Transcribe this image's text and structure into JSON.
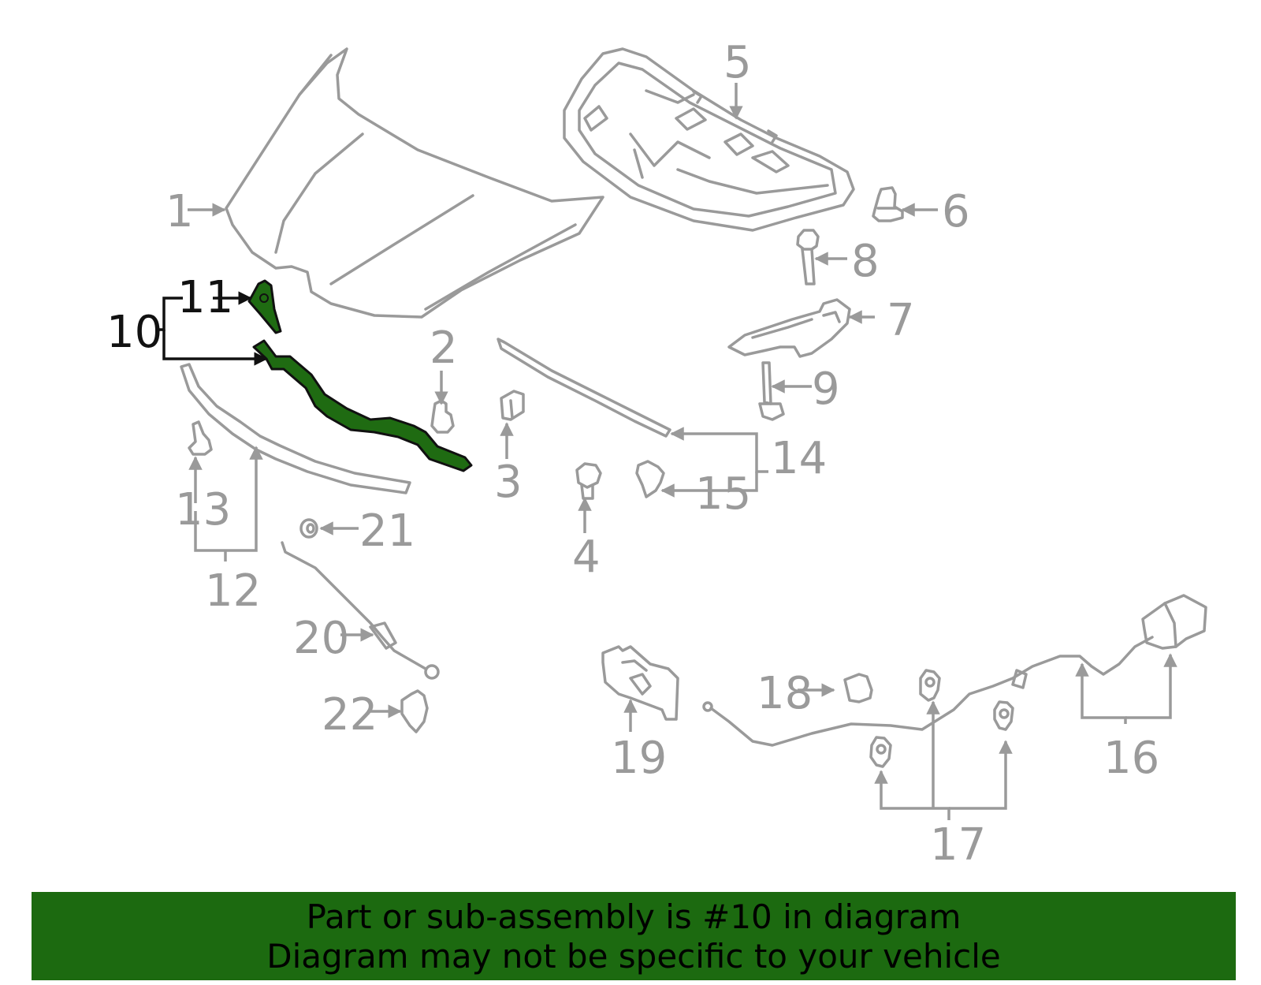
{
  "callouts": {
    "c1": "1",
    "c2": "2",
    "c3": "3",
    "c4": "4",
    "c5": "5",
    "c6": "6",
    "c7": "7",
    "c8": "8",
    "c9": "9",
    "c10": "10",
    "c11": "11",
    "c12": "12",
    "c13": "13",
    "c14": "14",
    "c15": "15",
    "c16": "16",
    "c17": "17",
    "c18": "18",
    "c19": "19",
    "c20": "20",
    "c21": "21",
    "c22": "22"
  },
  "highlighted_part": "10",
  "banner": {
    "line1": "Part or sub-assembly is #10 in diagram",
    "line2": "Diagram may not be specific to your vehicle"
  },
  "colors": {
    "highlight": "#1f6b12",
    "banner_background": "#1c6a10",
    "line_art": "#9a9a9a",
    "highlight_text": "#111111"
  }
}
